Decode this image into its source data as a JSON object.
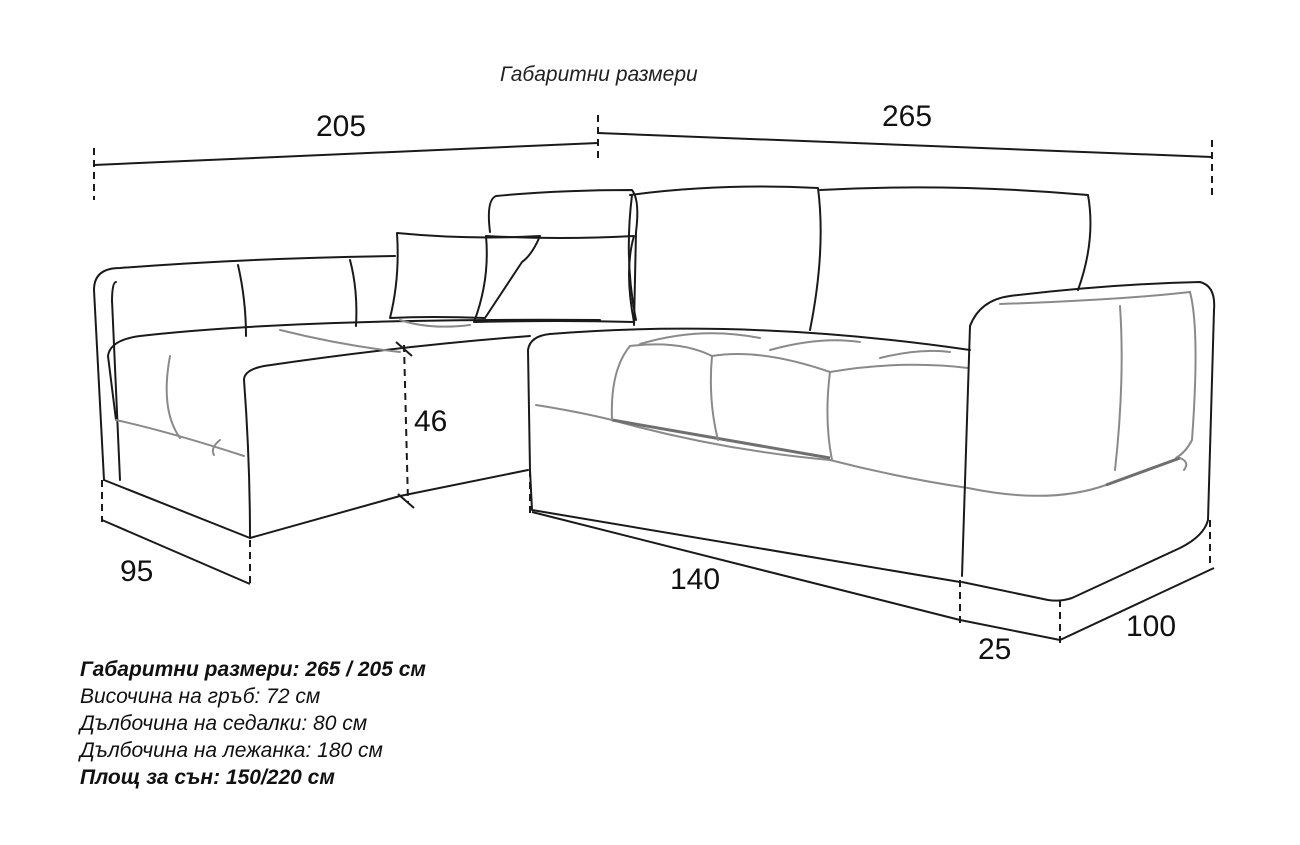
{
  "title": "Габаритни размери",
  "dimensions": {
    "total_left": "205",
    "total_right": "265",
    "seat_height": "46",
    "chaise_depth": "95",
    "seat_width": "140",
    "armrest_width": "25",
    "sofa_depth": "100"
  },
  "specs": {
    "overall": "Габаритни размери: 265 / 205 см",
    "back_height": "Височина на гръб: 72 см",
    "seat_depth": "Дълбочина на седалки: 80 см",
    "chaise_length": "Дълбочина на лежанка: 180 см",
    "sleep_area": "Площ за сън: 150/220 см"
  }
}
